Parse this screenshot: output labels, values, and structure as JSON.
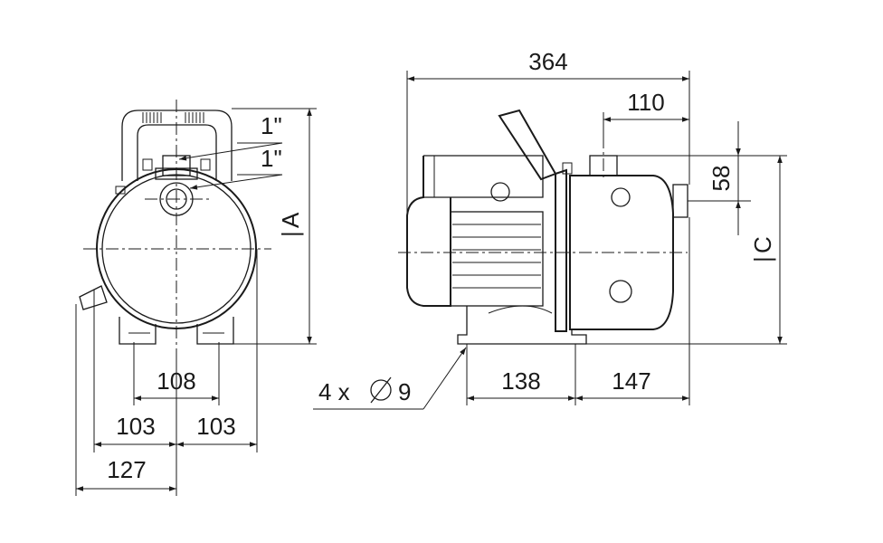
{
  "front_view": {
    "outlet_size": "1\"",
    "inlet_size": "1\"",
    "height_label": "A",
    "foot_spacing": "108",
    "left_half_width": "103",
    "right_half_width": "103",
    "inlet_offset": "127"
  },
  "side_view": {
    "overall_length": "364",
    "outlet_offset": "110",
    "inlet_height": "58",
    "height_label": "C",
    "base_length": "138",
    "front_length": "147",
    "mounting_holes": "4 x",
    "hole_diameter": "9"
  }
}
